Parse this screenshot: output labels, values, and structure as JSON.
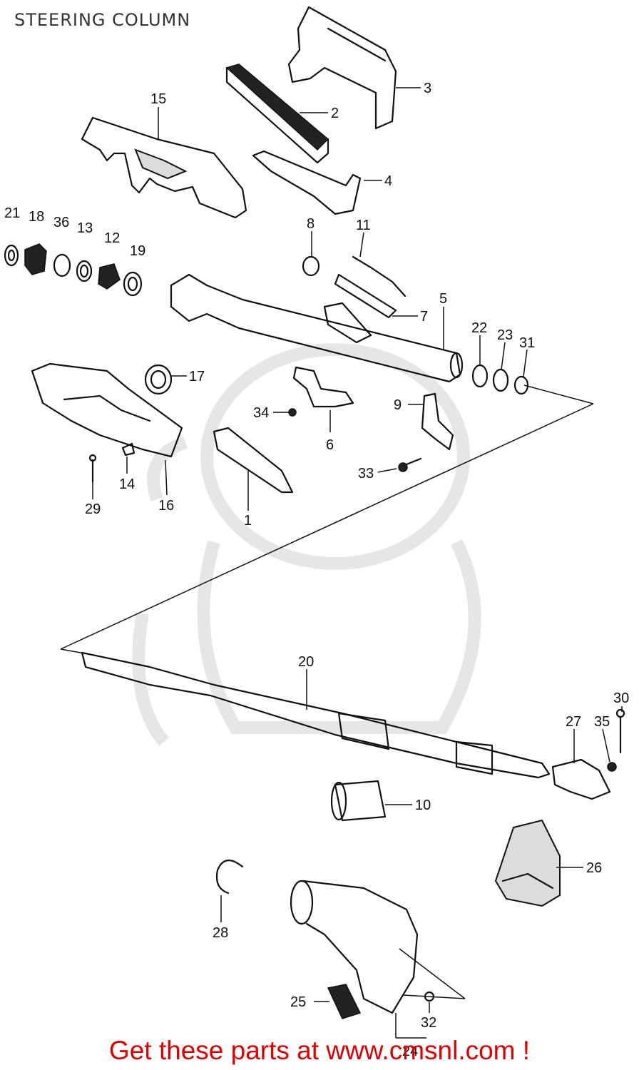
{
  "title": "STEERING COLUMN",
  "banner": "Get these parts at www.cmsnl.com !",
  "callouts": {
    "p1": "1",
    "p2": "2",
    "p3": "3",
    "p4": "4",
    "p5": "5",
    "p6": "6",
    "p7": "7",
    "p8": "8",
    "p9": "9",
    "p10": "10",
    "p11": "11",
    "p12": "12",
    "p13": "13",
    "p14": "14",
    "p15": "15",
    "p16": "16",
    "p17": "17",
    "p18": "18",
    "p19": "19",
    "p20": "20",
    "p21": "21",
    "p22": "22",
    "p23": "23",
    "p24": "24",
    "p25": "25",
    "p26": "26",
    "p27": "27",
    "p28": "28",
    "p29": "29",
    "p30": "30",
    "p31": "31",
    "p32": "32",
    "p33": "33",
    "p34": "34",
    "p35": "35",
    "p36": "36"
  },
  "colors": {
    "banner": "#e00000",
    "line": "#111111",
    "watermark": "#e6e6e6"
  }
}
